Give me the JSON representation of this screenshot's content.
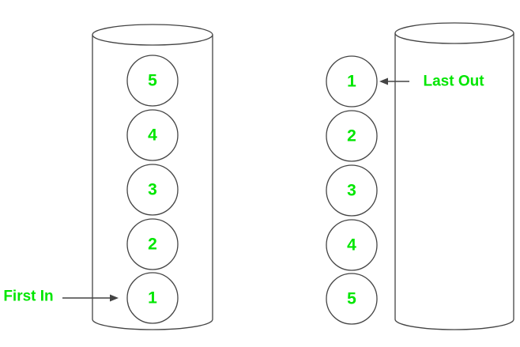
{
  "colors": {
    "text_accent": "#00e600",
    "outline": "#444444",
    "background": "#ffffff"
  },
  "left_stack": {
    "balls": [
      "5",
      "4",
      "3",
      "2",
      "1"
    ],
    "label": "First In"
  },
  "right_stack": {
    "balls": [
      "1",
      "2",
      "3",
      "4",
      "5"
    ],
    "label": "Last Out"
  }
}
